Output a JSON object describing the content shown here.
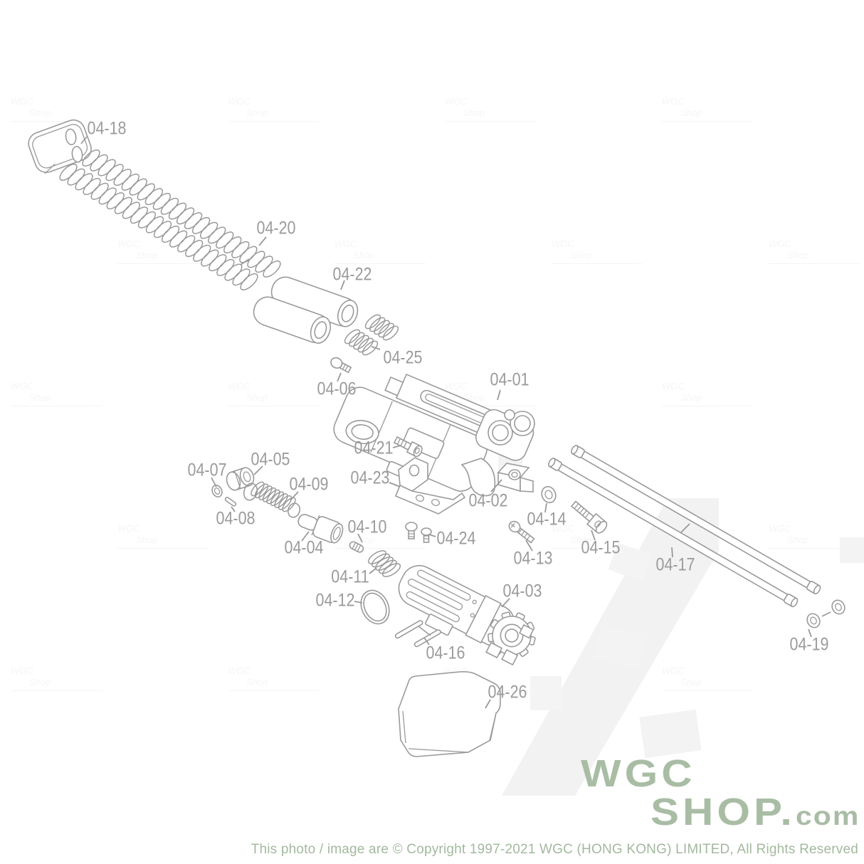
{
  "diagram": {
    "part_labels": [
      "04-01",
      "04-02",
      "04-03",
      "04-04",
      "04-05",
      "04-06",
      "04-07",
      "04-08",
      "04-09",
      "04-10",
      "04-11",
      "04-12",
      "04-13",
      "04-14",
      "04-15",
      "04-16",
      "04-17",
      "04-18",
      "04-19",
      "04-20",
      "04-21",
      "04-22",
      "04-23",
      "04-24",
      "04-25",
      "04-26"
    ]
  },
  "branding": {
    "logo_line1": "WGC",
    "logo_line2": "SHOP.",
    "logo_tld": "com",
    "logo_color": "#a9bda5",
    "footer_color": "#a3b99f",
    "tile_watermark": "WGC Shop"
  },
  "footer": {
    "copyright": "This photo / image are © Copyright 1997-2021 WGC (HONG KONG) LIMITED, All Rights Reserved"
  }
}
